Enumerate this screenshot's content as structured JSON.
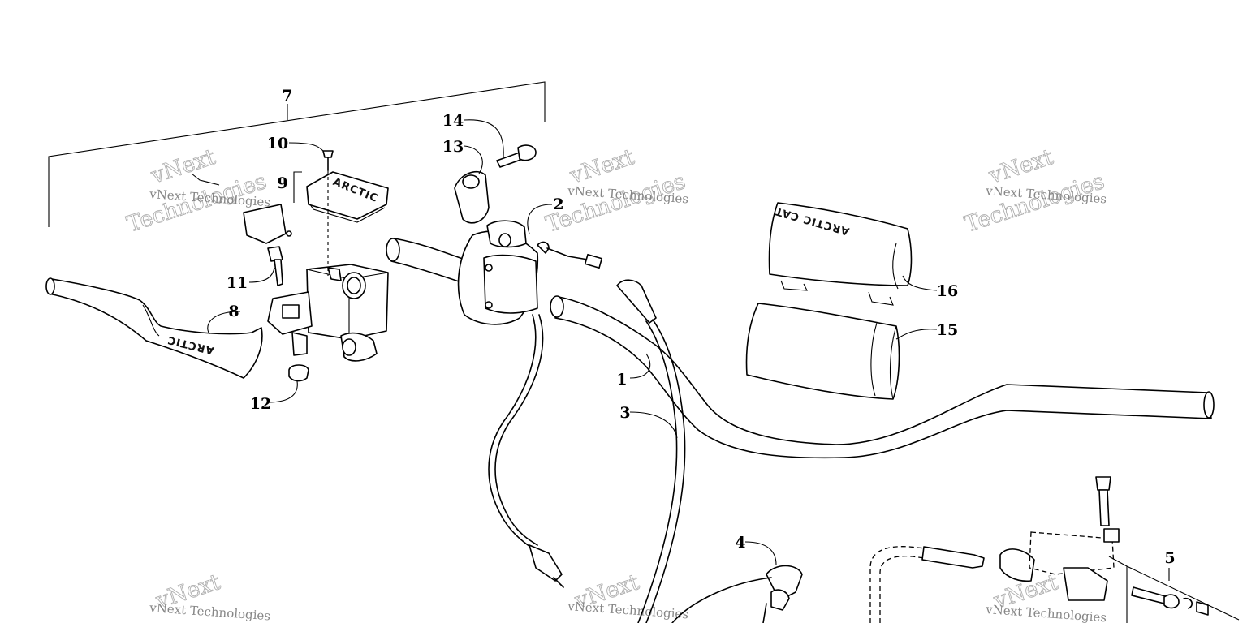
{
  "diagram": {
    "callouts": [
      {
        "id": "callout-1",
        "text": "1"
      },
      {
        "id": "callout-2",
        "text": "2"
      },
      {
        "id": "callout-3",
        "text": "3"
      },
      {
        "id": "callout-4",
        "text": "4"
      },
      {
        "id": "callout-5",
        "text": "5"
      },
      {
        "id": "callout-7",
        "text": "7"
      },
      {
        "id": "callout-8",
        "text": "8"
      },
      {
        "id": "callout-9",
        "text": "9"
      },
      {
        "id": "callout-10",
        "text": "10"
      },
      {
        "id": "callout-11",
        "text": "11"
      },
      {
        "id": "callout-12",
        "text": "12"
      },
      {
        "id": "callout-13",
        "text": "13"
      },
      {
        "id": "callout-14",
        "text": "14"
      },
      {
        "id": "callout-15",
        "text": "15"
      },
      {
        "id": "callout-16",
        "text": "16"
      }
    ],
    "pad_brand_text": "ARCTIC CAT",
    "lever_text": "ARCTIC",
    "reservoir_cap_text": "ARCTIC"
  },
  "watermark": {
    "small": "vNext Technologies",
    "big_line1": "vNext",
    "big_line2": "Technologies"
  }
}
